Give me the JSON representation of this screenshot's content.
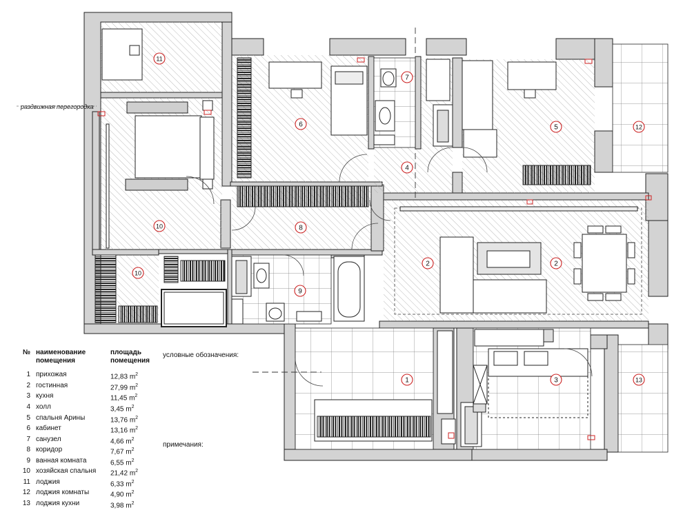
{
  "annotations": {
    "partition_label": "раздвижная перегородка",
    "legend_title": "условные обозначения:",
    "notes_title": "примечания:"
  },
  "table": {
    "header": {
      "num": "№",
      "name_line1": "наименование",
      "name_line2": "помещения",
      "area_line1": "площадь",
      "area_line2": "помещения"
    },
    "unit_suffix": "m",
    "unit_power": "2",
    "rows": [
      {
        "num": "1",
        "name": "прихожая",
        "area": "12,83"
      },
      {
        "num": "2",
        "name": "гостинная",
        "area": "27,99"
      },
      {
        "num": "3",
        "name": "кухня",
        "area": "11,45"
      },
      {
        "num": "4",
        "name": "холл",
        "area": "3,45"
      },
      {
        "num": "5",
        "name": "спальня Арины",
        "area": "13,76"
      },
      {
        "num": "6",
        "name": "кабинет",
        "area": "13,16"
      },
      {
        "num": "7",
        "name": "санузел",
        "area": "4,66"
      },
      {
        "num": "8",
        "name": "коридор",
        "area": "7,67"
      },
      {
        "num": "9",
        "name": "ванная комната",
        "area": "6,55"
      },
      {
        "num": "10",
        "name": "хозяйская спальня",
        "area": "21,42"
      },
      {
        "num": "11",
        "name": "лоджия",
        "area": "6,33"
      },
      {
        "num": "12",
        "name": "лоджия комнаты",
        "area": "4,90"
      },
      {
        "num": "13",
        "name": "лоджия кухни",
        "area": "3,98"
      }
    ]
  },
  "room_markers": [
    "11",
    "6",
    "7",
    "5",
    "12",
    "4",
    "10",
    "8",
    "2",
    "2",
    "10",
    "9",
    "1",
    "3",
    "13"
  ],
  "colors": {
    "wall": "#d3d3d3",
    "line": "#222222",
    "hatch": "#9a9a9a",
    "marker": "#cc2222"
  }
}
